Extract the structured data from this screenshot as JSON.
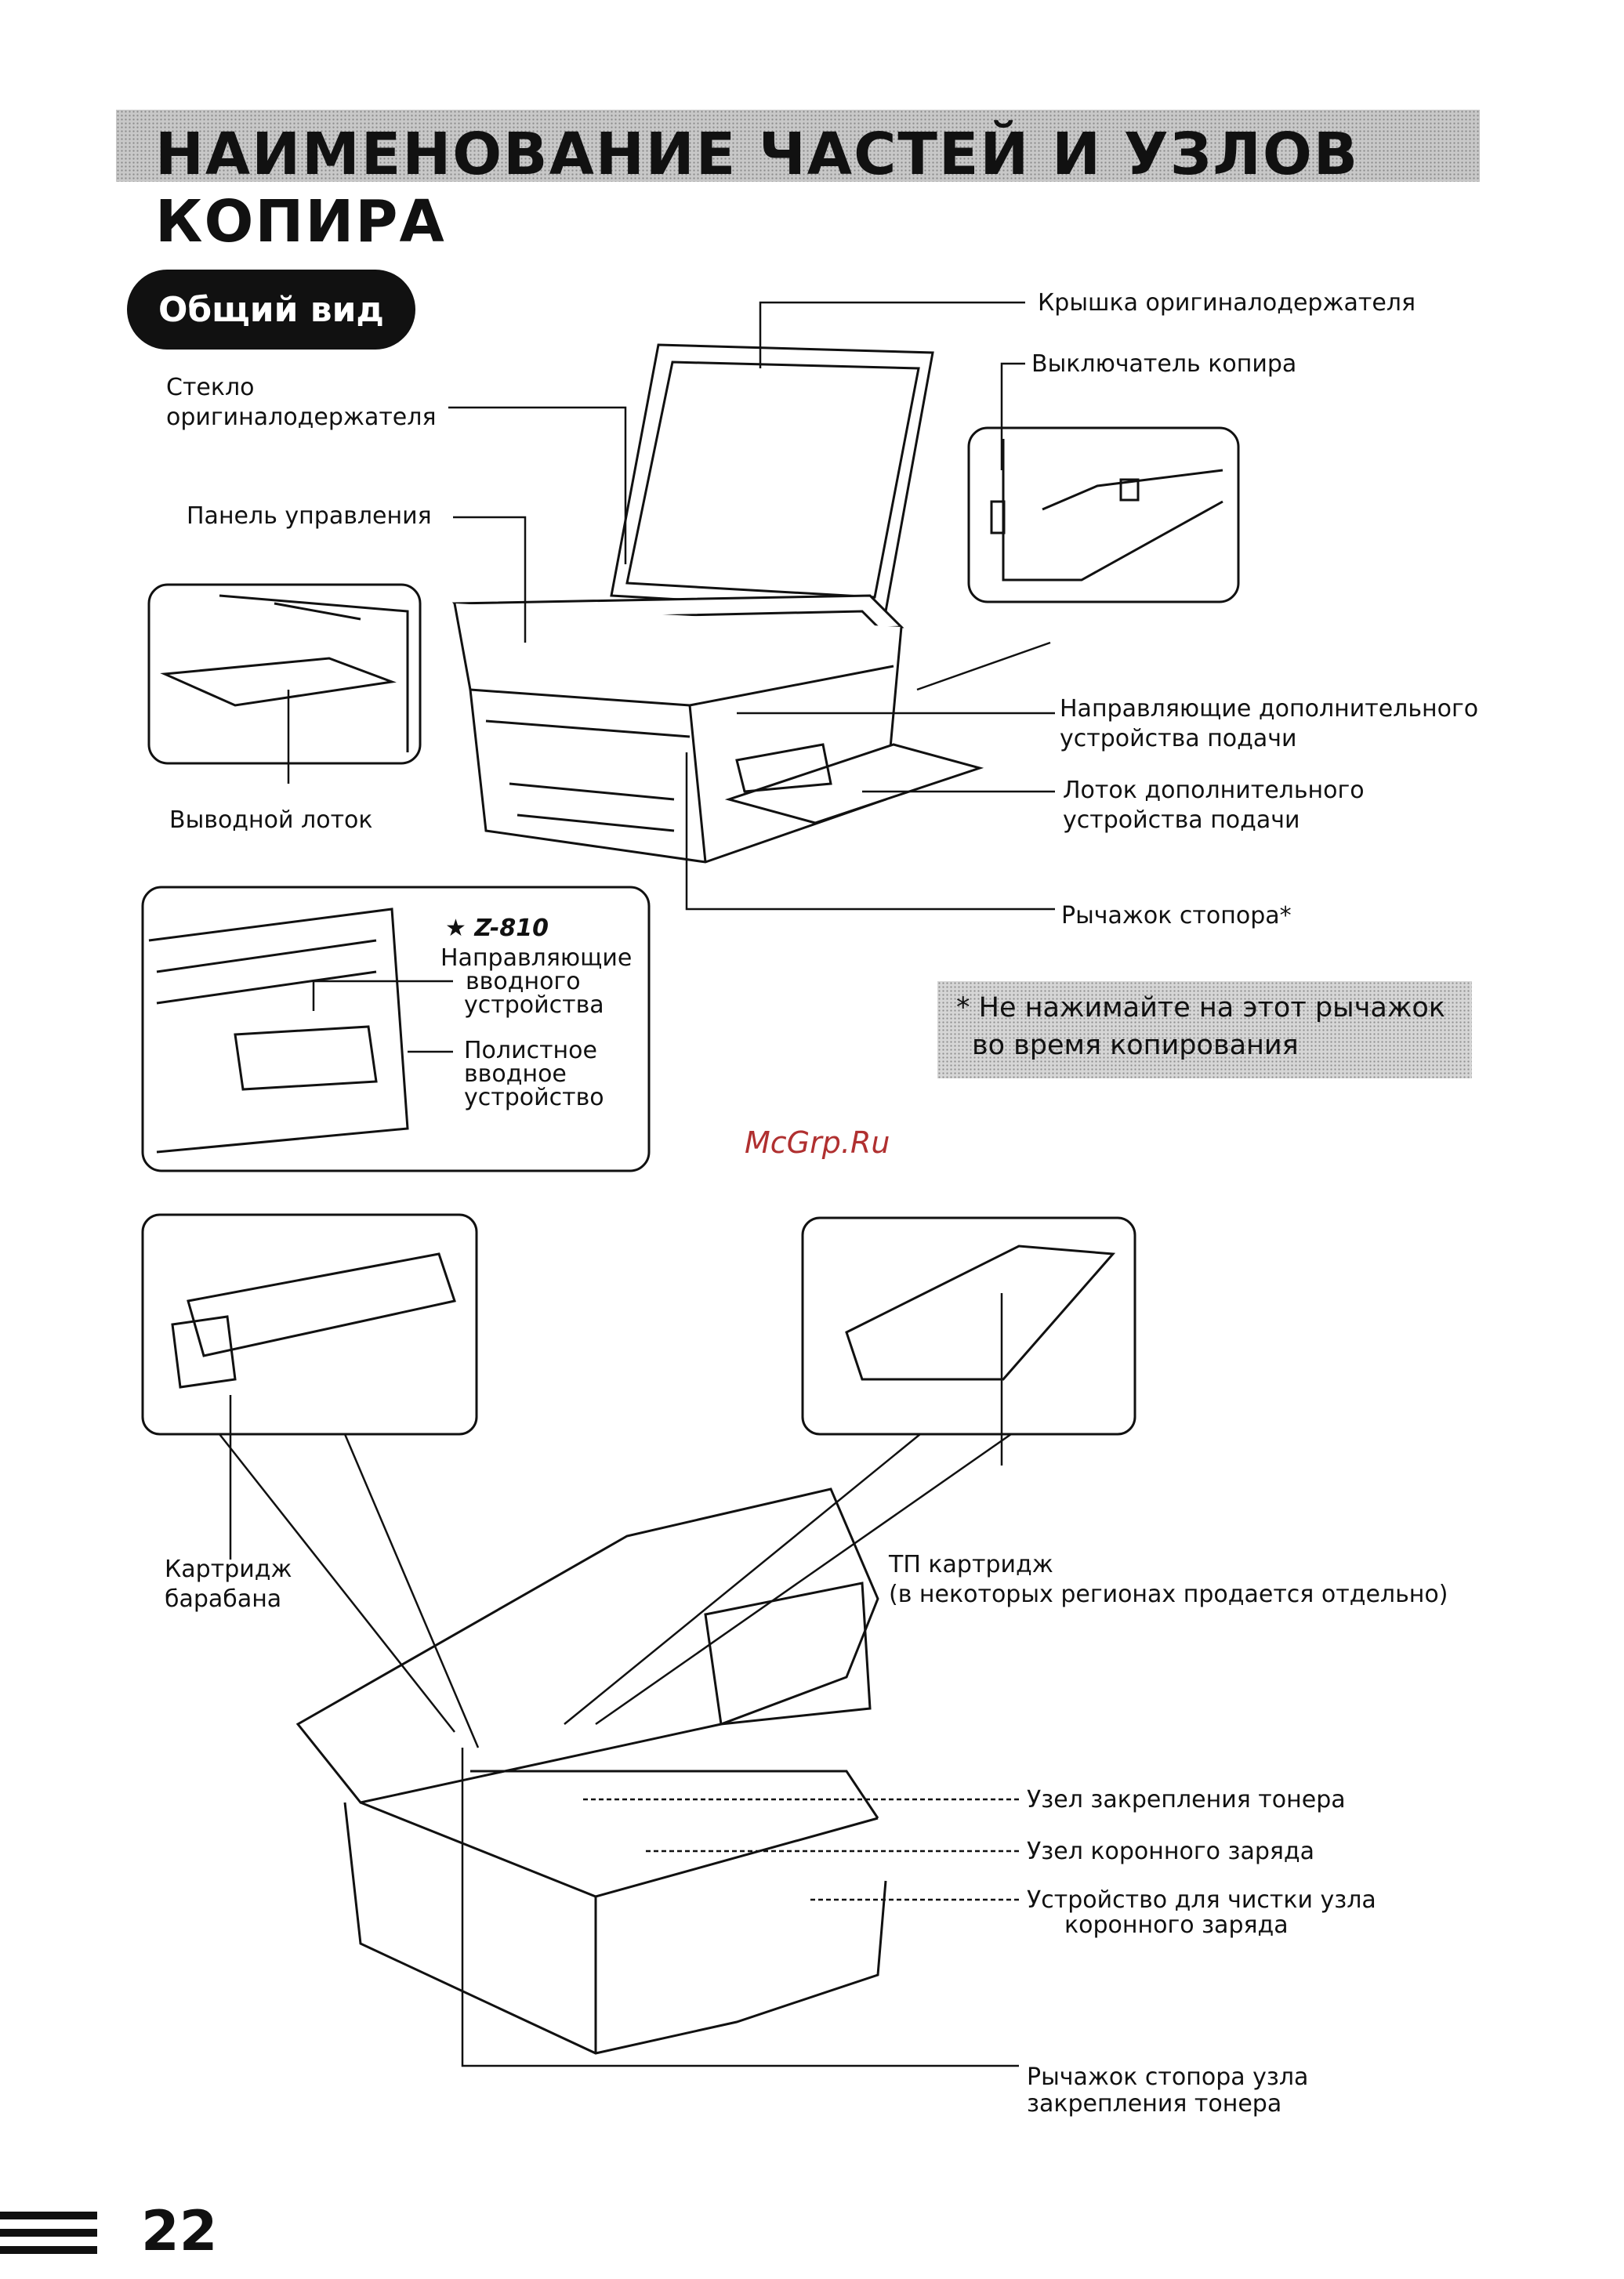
{
  "title": {
    "line1": "НАИМЕНОВАНИЕ ЧАСТЕЙ И УЗЛОВ",
    "line2": "КОПИРА"
  },
  "section_badge": "Общий вид",
  "labels": {
    "cover": "Крышка оригиналодержателя",
    "power_switch": "Выключатель копира",
    "glass_line1": "Стекло",
    "glass_line2": "оригиналодержателя",
    "control_panel": "Панель управления",
    "exit_tray": "Выводной лоток",
    "bypass_guides_line1": "Направляющие дополнительного",
    "bypass_guides_line2": "устройства подачи",
    "bypass_tray_line1": "Лоток дополнительного",
    "bypass_tray_line2": "устройства подачи",
    "lock_lever": "Рычажок стопора*",
    "model": "★ Z-810",
    "feeder_guides_line1": "Направляющие",
    "feeder_guides_line2": "вводного",
    "feeder_guides_line3": "устройства",
    "sheet_feeder_line1": "Полистное",
    "sheet_feeder_line2": "вводное",
    "sheet_feeder_line3": "устройство",
    "drum_line1": "Картридж",
    "drum_line2": "барабана",
    "tp_line1": "ТП картридж",
    "tp_line2": "(в некоторых регионах продается отдельно)",
    "fusing_unit": "Узел закрепления тонера",
    "corona_unit": "Узел коронного заряда",
    "corona_cleaner_line1": "Устройство для чистки узла",
    "corona_cleaner_line2": "коронного заряда",
    "fusing_lever_line1": "Рычажок стопора узла",
    "fusing_lever_line2": "закрепления тонера"
  },
  "note": {
    "line1": "* Не нажимайте на этот рычажок",
    "line2": "во время копирования"
  },
  "watermark": "McGrp.Ru",
  "page_number": "22"
}
